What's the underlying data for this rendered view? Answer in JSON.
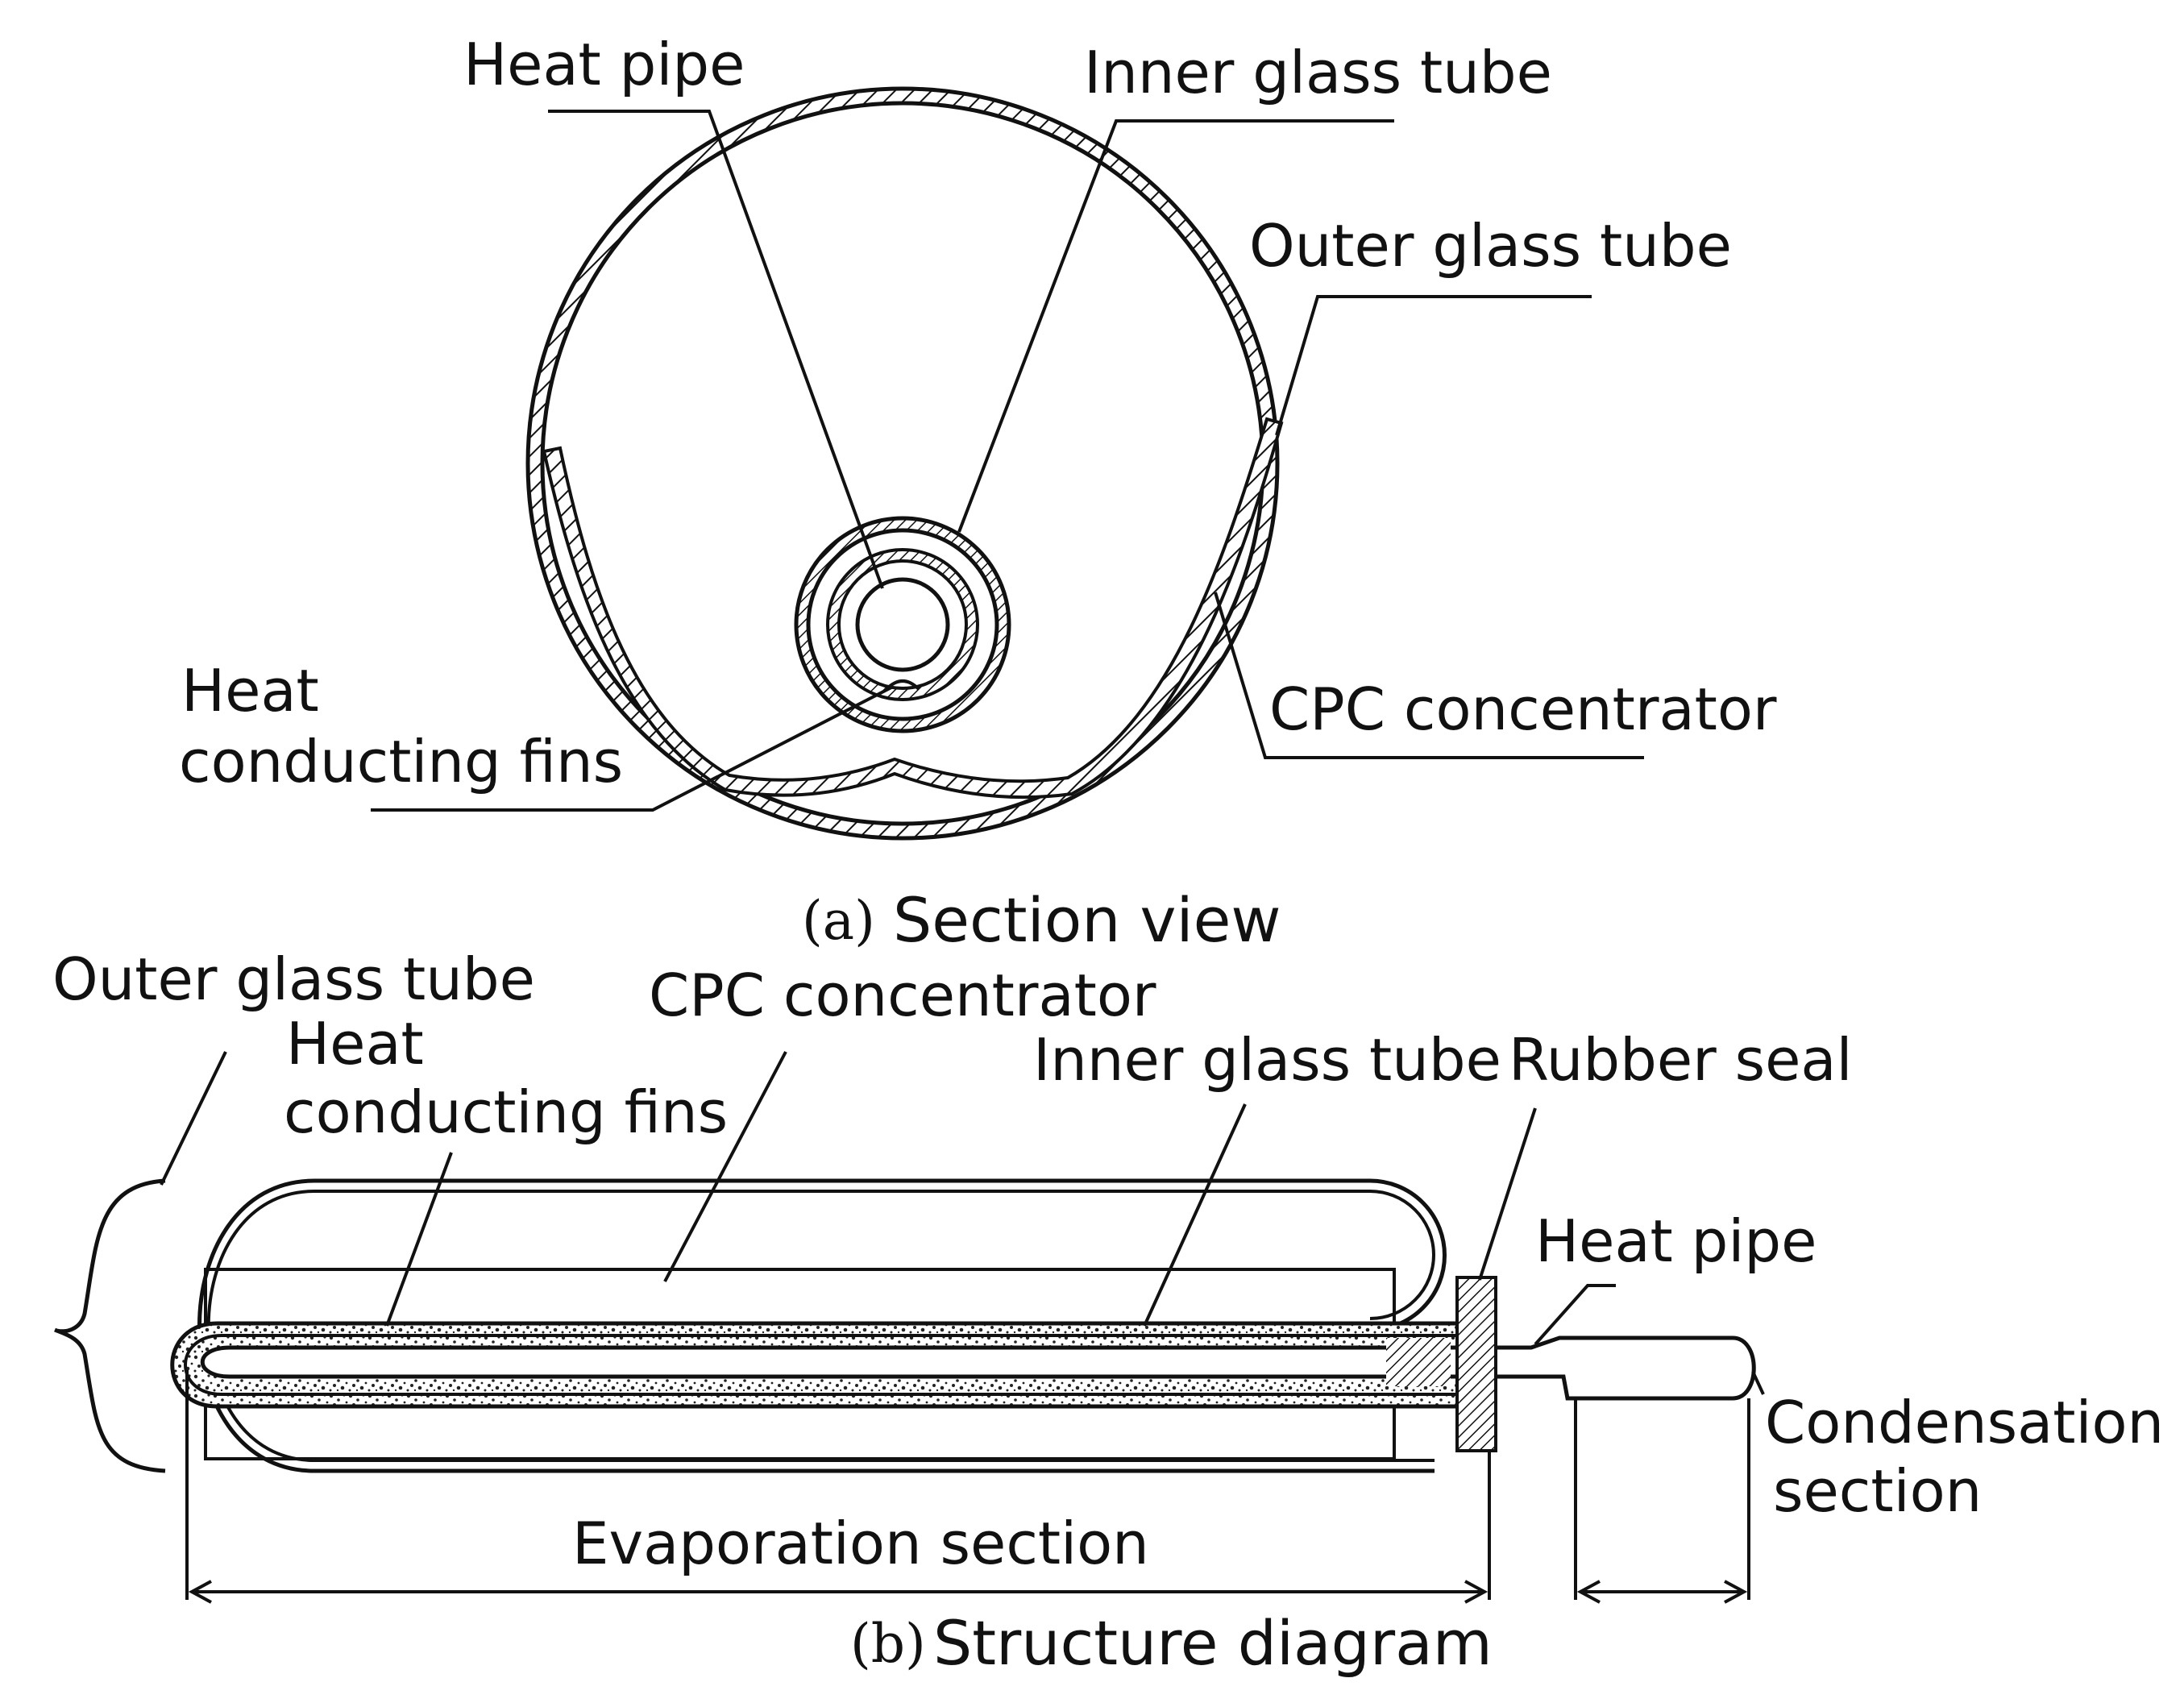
{
  "section_view": {
    "caption_letter": "(a)",
    "caption_text": "Section view",
    "labels": {
      "heat_pipe": "Heat pipe",
      "inner_glass_tube": "Inner glass tube",
      "outer_glass_tube": "Outer glass tube",
      "fins_line1": "Heat",
      "fins_line2": "conducting fins",
      "cpc": "CPC concentrator"
    }
  },
  "structure_diagram": {
    "caption_letter": "(b)",
    "caption_text": "Structure diagram",
    "labels": {
      "outer_glass_tube": "Outer glass tube",
      "fins_line1": "Heat",
      "fins_line2": "conducting fins",
      "cpc": "CPC concentrator",
      "inner_glass_tube": "Inner glass tube",
      "rubber_seal": "Rubber seal",
      "heat_pipe": "Heat pipe",
      "condensation_line1": "Condensation",
      "condensation_line2": "section",
      "evaporation": "Evaporation section"
    }
  },
  "colors": {
    "ink": "#111111",
    "background": "#ffffff"
  }
}
